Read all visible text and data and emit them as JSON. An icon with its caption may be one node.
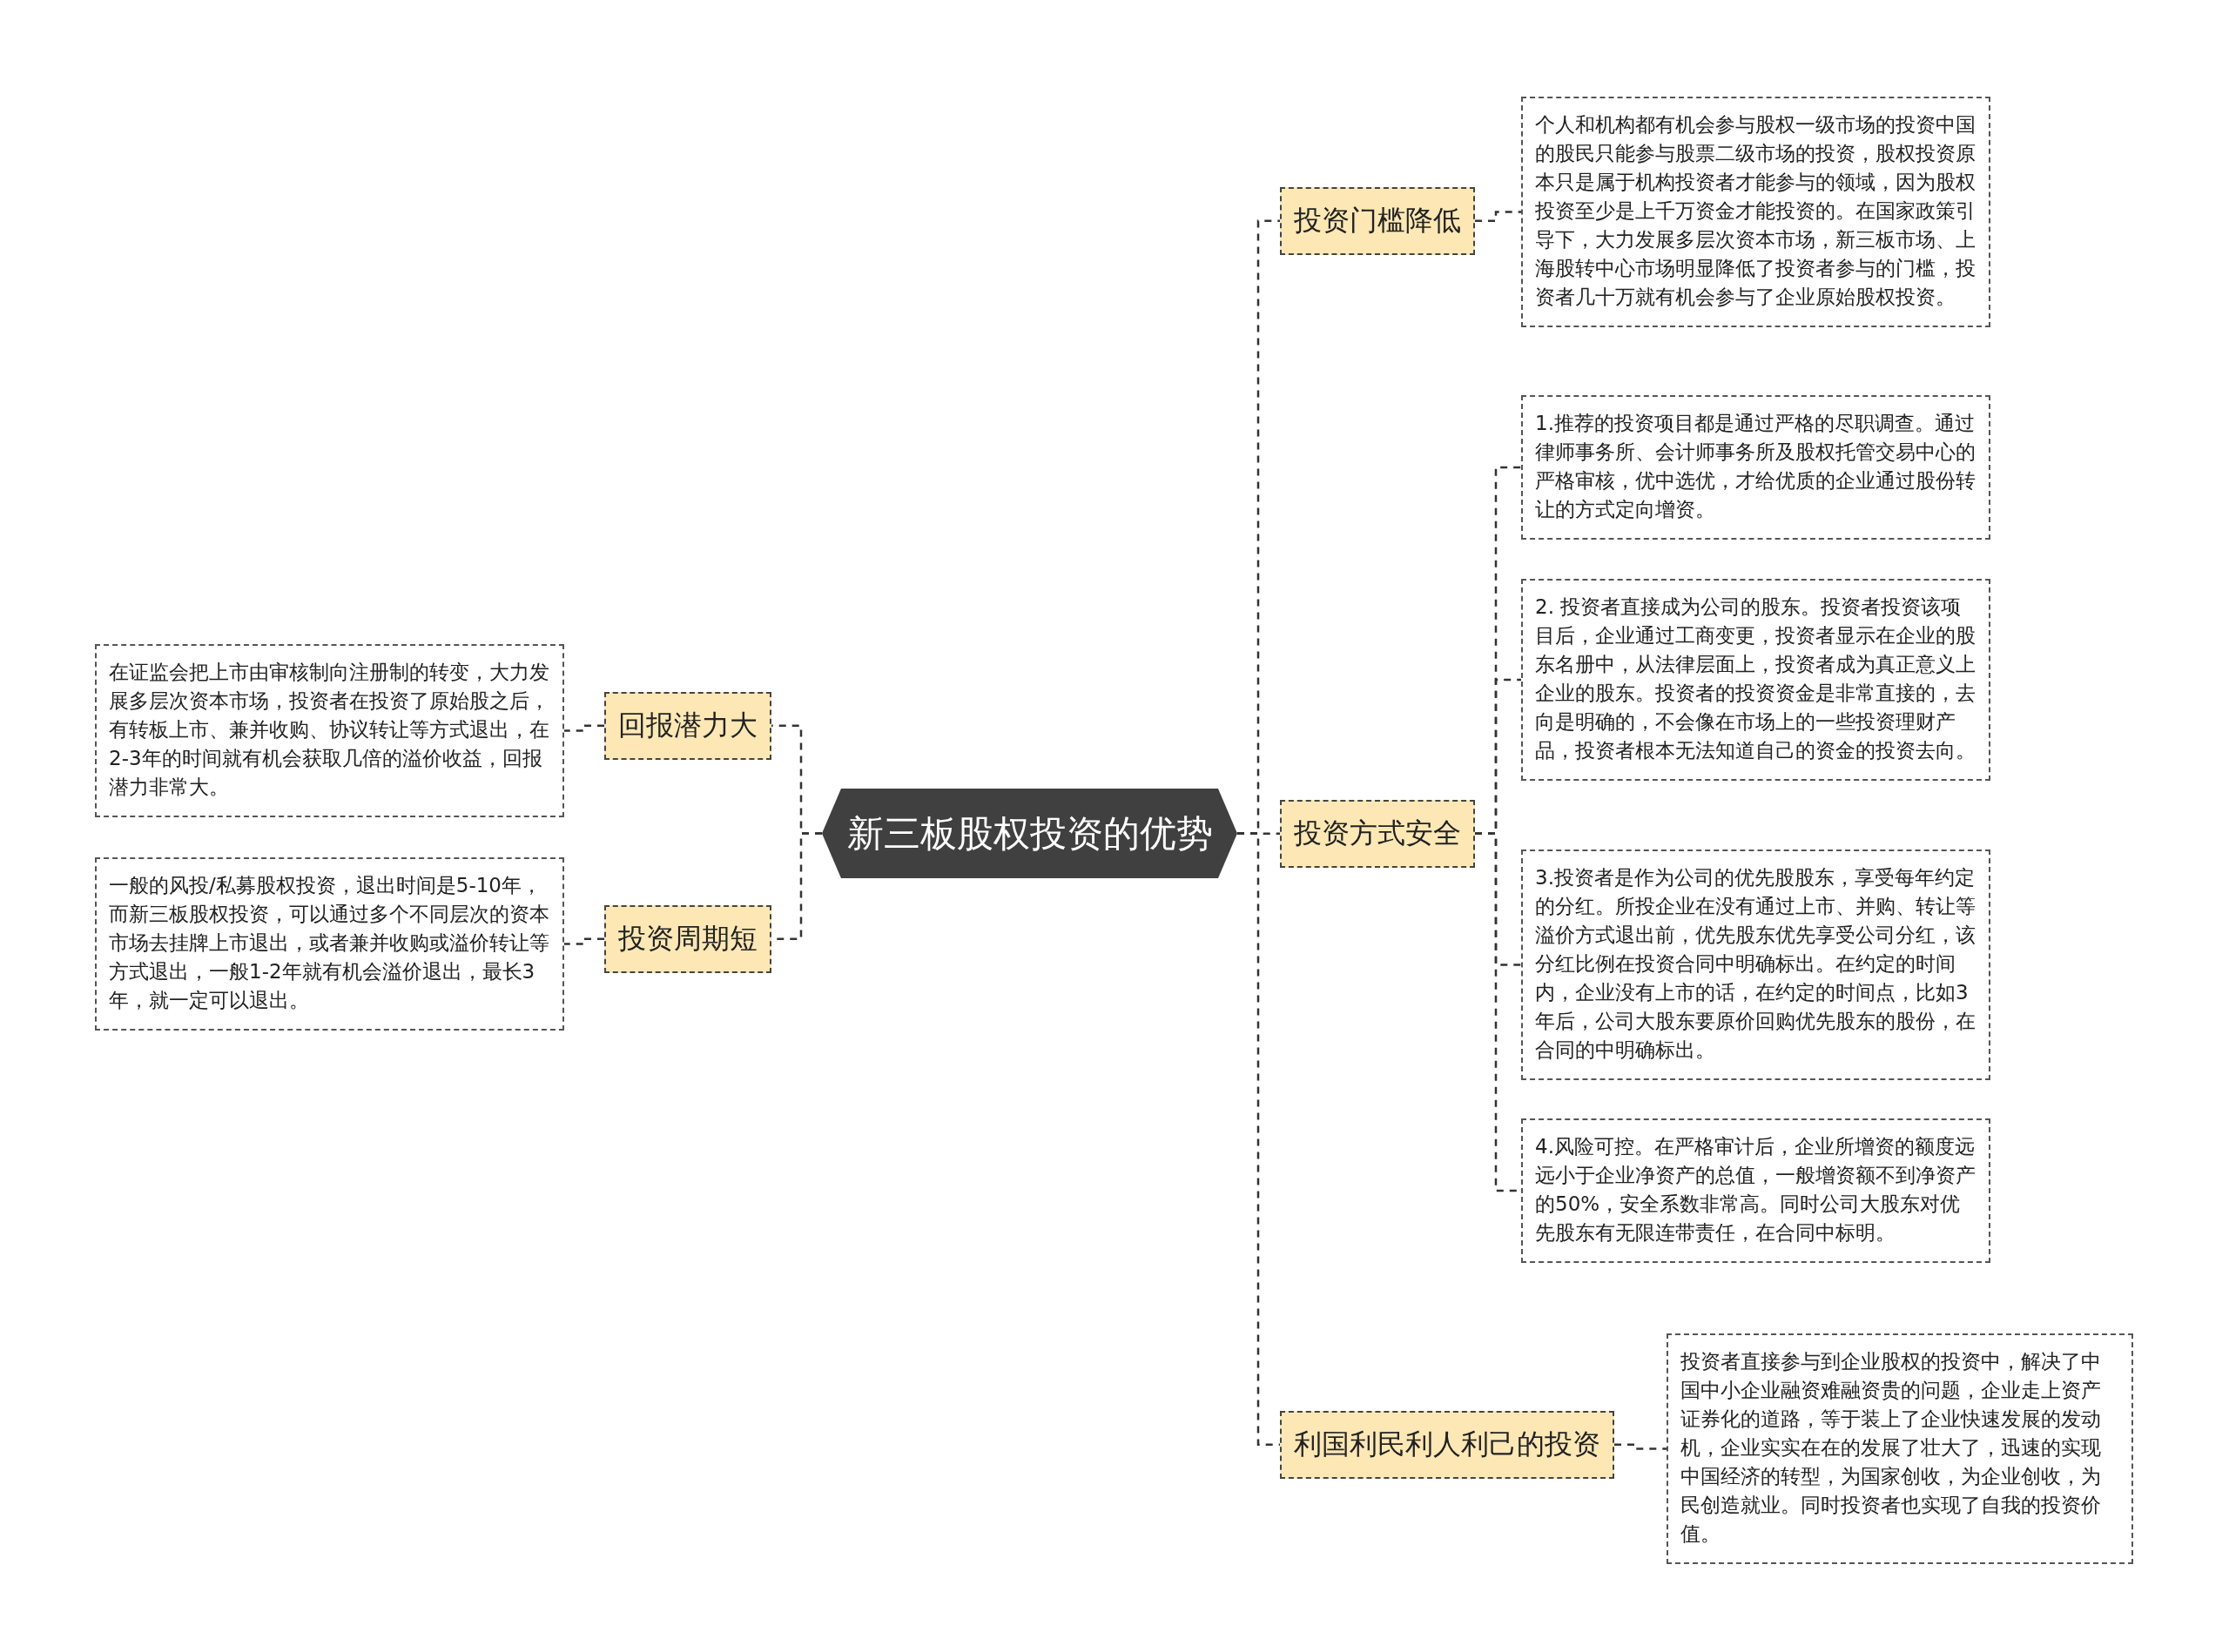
{
  "diagram": {
    "nodes": [
      {
        "text": [
          "新三板股权投资的优势"
        ]
      },
      {
        "text": [
          "投资门槛降低"
        ]
      },
      {
        "text": [
          "个人和机构都有机会参与股权一级市场的投资中国的股民只能参与股票二级市场的投资，股权投资原本只是属于机构投资者才能参与的领域，因为股权投资至少是上千万资金才能投资的。在国家政策引导下，大力发展多层次资本市场，新三板市场、上海股转中心市场明显降低了投资者参与的门槛，投资者几十万就有机会参与了企业原始股权投资。"
        ]
      },
      {
        "text": [
          "投资方式安全"
        ]
      },
      {
        "text": [
          "1.推荐的投资项目都是通过严格的尽职调查。通过律师事务所、会计师事务所及股权托管交易中心的严格审核，优中选优，才给优质的企业通过股份转让的方式定向增资。"
        ]
      },
      {
        "text": [
          "2. 投资者直接成为公司的股东。投资者投资该项目后，企业通过工商变更，投资者显示在企业的股东名册中，从法律层面上，投资者成为真正意义上企业的股东。投资者的投资资金是非常直接的，去向是明确的，不会像在市场上的一些投资理财产品，投资者根本无法知道自己的资金的投资去向。"
        ]
      },
      {
        "text": [
          "3.投资者是作为公司的优先股股东，享受每年约定的分红。所投企业在没有通过上市、并购、转让等溢价方式退出前，优先股东优先享受公司分红，该分红比例在投资合同中明确标出。在约定的时间内，企业没有上市的话，在约定的时间点，比如3年后，公司大股东要原价回购优先股东的股份，在合同的中明确标出。"
        ]
      },
      {
        "text": [
          "4.风险可控。在严格审计后，企业所增资的额度远远小于企业净资产的总值，一般增资额不到净资产的50%，安全系数非常高。同时公司大股东对优先股东有无限连带责任，在合同中标明。"
        ]
      },
      {
        "text": [
          "利国利民利人利己的投资"
        ]
      },
      {
        "text": [
          "投资者直接参与到企业股权的投资中，解决了中国中小企业融资难融资贵的问题，企业走上资产证券化的道路，等于装上了企业快速发展的发动机，企业实实在在的发展了壮大了，迅速的实现中国经济的转型，为国家创收，为企业创收，为民创造就业。同时投资者也实现了自我的投资价值。"
        ]
      },
      {
        "text": [
          "回报潜力大"
        ]
      },
      {
        "text": [
          "在证监会把上市由审核制向注册制的转变，大力发展多层次资本市场，投资者在投资了原始股之后，有转板上市、兼并收购、协议转让等方式退出，在2-3年的时间就有机会获取几倍的溢价收益，回报潜力非常大。"
        ]
      },
      {
        "text": [
          "投资周期短"
        ]
      },
      {
        "text": [
          "一般的风投/私募股权投资，退出时间是5-10年，而新三板股权投资，可以通过多个不同层次的资本市场去挂牌上市退出，或者兼并收购或溢价转让等方式退出，一般1-2年就有机会溢价退出，最长3年，就一定可以退出。"
        ]
      }
    ],
    "edges": [
      {
        "from": 0,
        "to": 1,
        "arrow": "none"
      },
      {
        "from": 1,
        "to": 2,
        "arrow": "none"
      },
      {
        "from": 0,
        "to": 3,
        "arrow": "none"
      },
      {
        "from": 3,
        "to": 4,
        "arrow": "none"
      },
      {
        "from": 3,
        "to": 5,
        "arrow": "none"
      },
      {
        "from": 3,
        "to": 6,
        "arrow": "none"
      },
      {
        "from": 3,
        "to": 7,
        "arrow": "none"
      },
      {
        "from": 0,
        "to": 8,
        "arrow": "none"
      },
      {
        "from": 8,
        "to": 9,
        "arrow": "none"
      },
      {
        "from": 0,
        "to": 10,
        "arrow": "none"
      },
      {
        "from": 10,
        "to": 11,
        "arrow": "none"
      },
      {
        "from": 0,
        "to": 12,
        "arrow": "none"
      },
      {
        "from": 12,
        "to": 13,
        "arrow": "none"
      }
    ]
  }
}
